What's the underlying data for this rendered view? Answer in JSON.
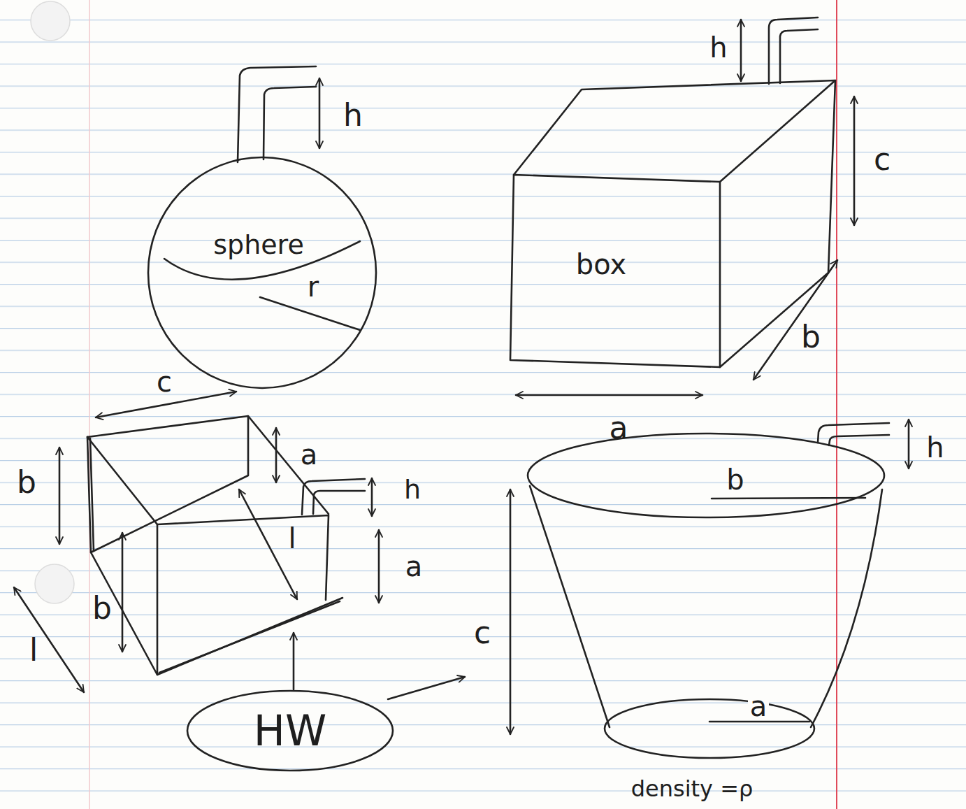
{
  "diagram": {
    "nodes": [
      {
        "text": [
          "HW"
        ]
      }
    ],
    "labels": [
      "h",
      "sphere",
      "r",
      "h",
      "c",
      "box",
      "b",
      "a",
      "c",
      "b",
      "a",
      "h",
      "l",
      "a",
      "b",
      "l",
      "b",
      "h",
      "c",
      "a",
      "density =ρ"
    ]
  }
}
